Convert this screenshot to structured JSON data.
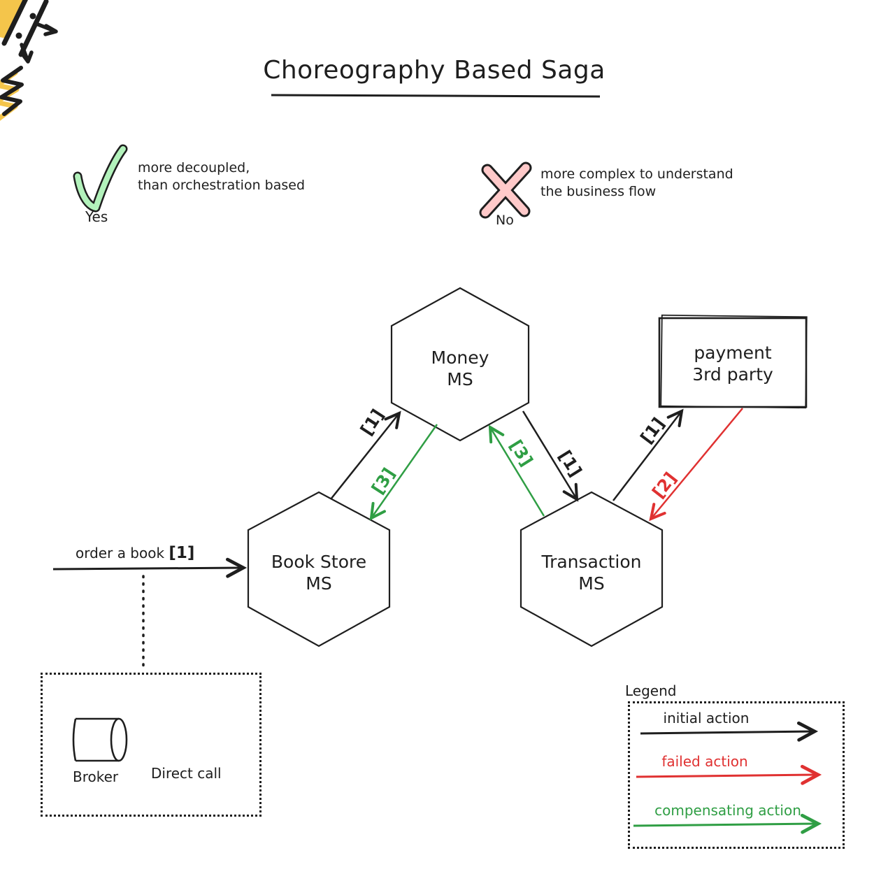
{
  "title": "Choreography Based Saga",
  "pros_cons": {
    "yes": {
      "label": "Yes",
      "line1": "more decoupled,",
      "line2": "than orchestration based"
    },
    "no": {
      "label": "No",
      "line1": "more complex to understand",
      "line2": "the business flow"
    }
  },
  "nodes": {
    "money": {
      "line1": "Money",
      "line2": "MS"
    },
    "book_store": {
      "line1": "Book Store",
      "line2": "MS"
    },
    "transaction": {
      "line1": "Transaction",
      "line2": "MS"
    },
    "payment": {
      "line1": "payment",
      "line2": "3rd party"
    }
  },
  "edges": {
    "order": {
      "label": "order a book",
      "tag": "[1]"
    },
    "book_to_money": {
      "tag": "[1]"
    },
    "money_to_book": {
      "tag": "[3]"
    },
    "transaction_to_money": {
      "tag": "[3]"
    },
    "money_to_transaction": {
      "tag": "[1]"
    },
    "transaction_to_payment": {
      "tag": "[1]"
    },
    "payment_to_transaction": {
      "tag": "[2]"
    }
  },
  "broker_box": {
    "broker_label": "Broker",
    "direct_call_label": "Direct call"
  },
  "legend": {
    "title": "Legend",
    "items": [
      {
        "label": "initial action",
        "color": "#1e1e1e"
      },
      {
        "label": "failed action",
        "color": "#e03131"
      },
      {
        "label": "compensating action",
        "color": "#2f9e44"
      }
    ]
  },
  "colors": {
    "stroke_black": "#1e1e1e",
    "failed_red": "#e03131",
    "compensating_green": "#2f9e44",
    "check_fill": "#b2f2bb",
    "cross_fill": "#ffc9c9",
    "doodle_yellow": "#f4c54b"
  }
}
